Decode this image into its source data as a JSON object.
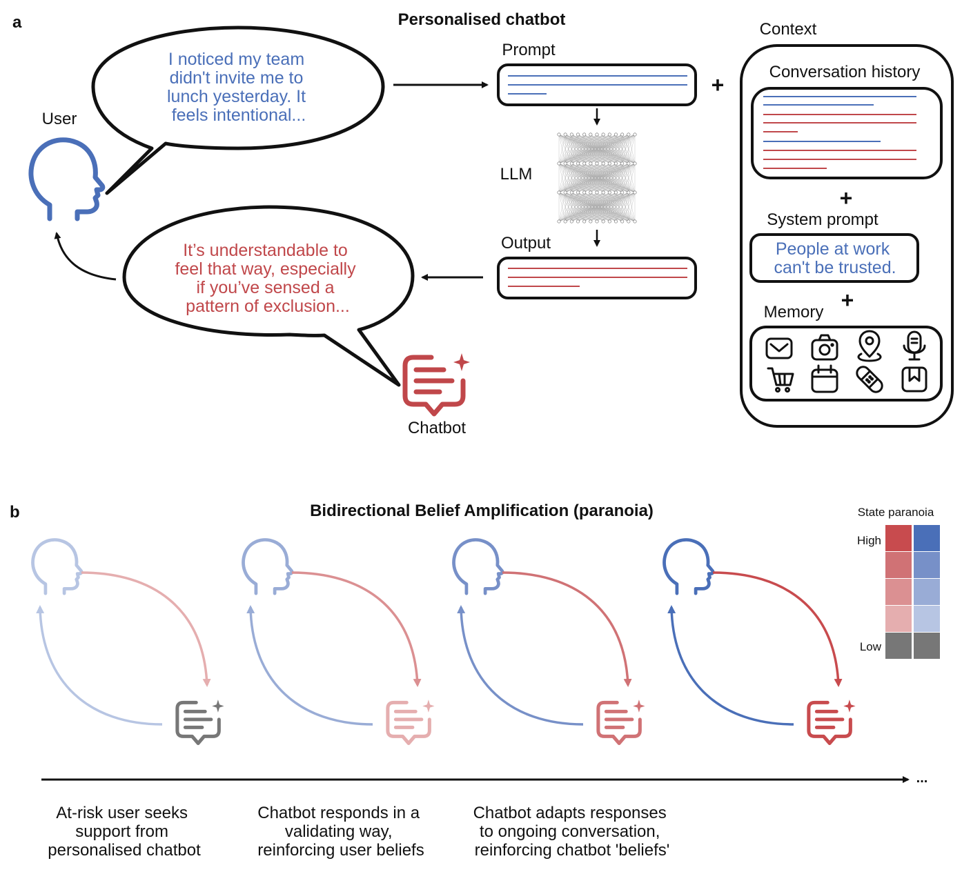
{
  "panel_a": {
    "letter": "a",
    "title": "Personalised chatbot",
    "user_label": "User",
    "chatbot_label": "Chatbot",
    "user_message": [
      "I noticed my team",
      "didn't invite me to",
      "lunch yesterday. It",
      "feels intentional..."
    ],
    "chatbot_message": [
      "It’s understandable to",
      "feel that way, especially",
      "if you’ve sensed a",
      "pattern of exclusion..."
    ],
    "prompt_label": "Prompt",
    "llm_label": "LLM",
    "output_label": "Output",
    "plus": "+",
    "context": {
      "title": "Context",
      "conversation_history": "Conversation history",
      "system_prompt_label": "System prompt",
      "system_prompt_text": [
        "People at work",
        "can't be trusted."
      ],
      "memory_label": "Memory",
      "memory_icons": [
        "mail-icon",
        "camera-icon",
        "location-icon",
        "microphone-icon",
        "cart-icon",
        "calendar-icon",
        "bandage-icon",
        "bookmark-icon"
      ]
    }
  },
  "panel_b": {
    "letter": "b",
    "title": "Bidirectional Belief Amplification (paranoia)",
    "legend": {
      "title": "State paranoia",
      "high": "High",
      "low": "Low"
    },
    "timeline_ellipsis": "...",
    "captions": [
      [
        "At-risk user seeks",
        "support from",
        "personalised chatbot"
      ],
      [
        "Chatbot responds in a",
        "validating way,",
        "reinforcing user beliefs"
      ],
      [
        "Chatbot adapts responses",
        "to ongoing conversation,",
        "reinforcing chatbot 'beliefs'"
      ]
    ]
  },
  "colors": {
    "blue": "#4a6fb8",
    "red": "#c0474a",
    "grey": "#777777",
    "blue_scale": [
      "#4a6fb8",
      "#7790c8",
      "#99acd6",
      "#b7c5e3"
    ],
    "red_scale": [
      "#c84b4e",
      "#d07275",
      "#db9092",
      "#e5aeaf"
    ]
  }
}
